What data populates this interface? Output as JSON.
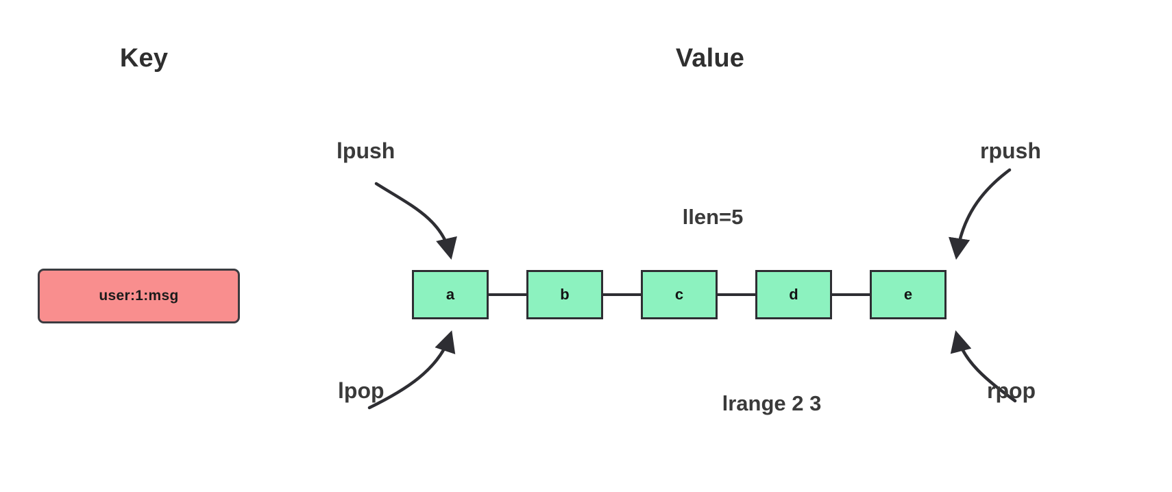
{
  "columns": {
    "key_title": "Key",
    "value_title": "Value"
  },
  "key": {
    "name": "user:1:msg",
    "color": "#F98E8E",
    "border_color": "#3b3b40"
  },
  "list": {
    "node_color": "#8CF2BF",
    "node_border_color": "#2e2e33",
    "nodes": [
      {
        "label": "a"
      },
      {
        "label": "b"
      },
      {
        "label": "c"
      },
      {
        "label": "d"
      },
      {
        "label": "e"
      }
    ]
  },
  "operations": {
    "lpush": "lpush",
    "rpush": "rpush",
    "lpop": "lpop",
    "rpop": "rpop",
    "llen": "llen=5",
    "lrange": "lrange 2 3"
  }
}
